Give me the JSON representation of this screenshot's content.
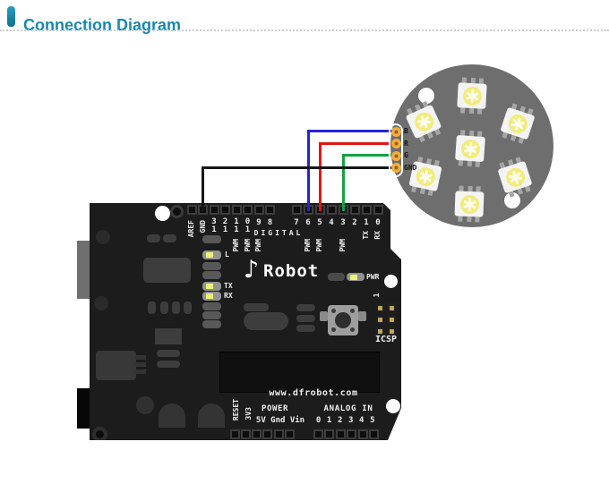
{
  "page": {
    "title": "Connection Diagram",
    "accent_color": "#1a87ac"
  },
  "wires": [
    {
      "id": "blue",
      "color": "#2424d6",
      "arduino_pin": "6",
      "module_pin": "B"
    },
    {
      "id": "red",
      "color": "#e01616",
      "arduino_pin": "5",
      "module_pin": "R"
    },
    {
      "id": "green",
      "color": "#16a144",
      "arduino_pin": "3",
      "module_pin": "G"
    },
    {
      "id": "black",
      "color": "#161616",
      "arduino_pin": "GND",
      "module_pin": "GND"
    }
  ],
  "led_module": {
    "pin_labels": [
      "B",
      "R",
      "G",
      "GND"
    ],
    "led_count": 7,
    "board_color": "#6e6e6e"
  },
  "arduino": {
    "top_left_pins": [
      "AREF",
      "GND",
      "13",
      "12",
      "11",
      "10",
      "9",
      "8"
    ],
    "top_right_pins": [
      "7",
      "6",
      "5",
      "4",
      "3",
      "2",
      "1",
      "0"
    ],
    "digital_label": "DIGITAL",
    "pwm_label": "PWM",
    "serial_tx": "TX",
    "serial_rx": "RX",
    "led_l": "L",
    "led_tx": "TX",
    "led_rx": "RX",
    "led_pwr": "PWR",
    "logo_glyph": "♪",
    "logo_text": "Robot",
    "url": "www.dfrobot.com",
    "reset_label": "RESET",
    "v33_label": "3V3",
    "power_heading": "POWER",
    "power_pins": "5V Gnd Vin",
    "analog_heading": "ANALOG IN",
    "analog_pins": "0 1 2 3 4 5",
    "icsp_label": "ICSP",
    "icsp_pin1": "1"
  }
}
